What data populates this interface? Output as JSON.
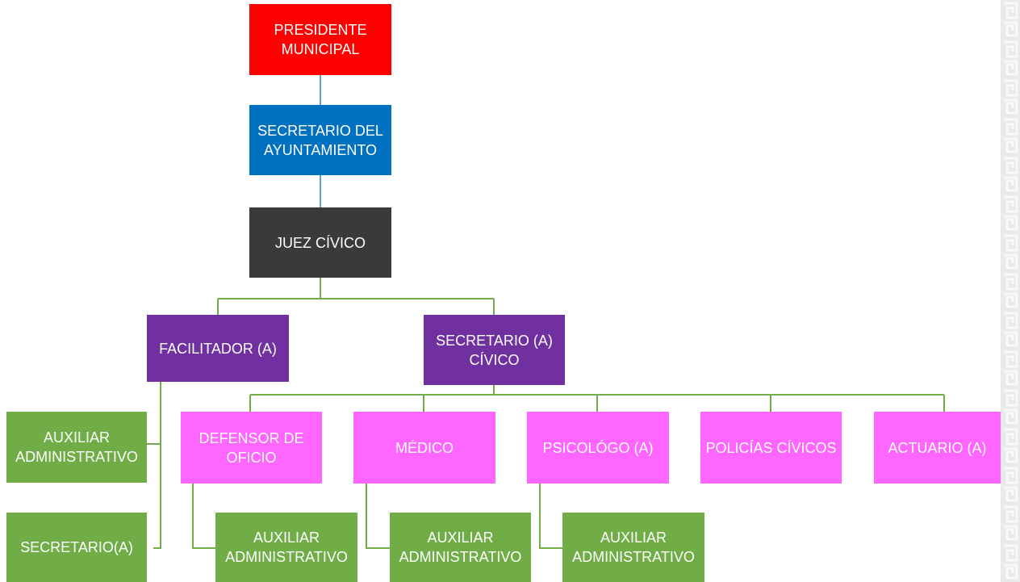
{
  "chart": {
    "president": "PRESIDENTE MUNICIPAL",
    "secretary_council": "SECRETARIO DEL AYUNTAMIENTO",
    "judge": "JUEZ CÍVICO",
    "facilitator": "FACILITADOR (A)",
    "civic_secretary": "SECRETARIO (A) CÍVICO",
    "facilitator_assistant": "AUXILIAR ADMINISTRATIVO",
    "facilitator_secretary": "SECRETARIO(A)",
    "public_defender": "DEFENSOR DE OFICIO",
    "doctor": "MÉDICO",
    "psychologist": "PSICOLÓGO (A)",
    "civic_police": "POLICÍAS CÍVICOS",
    "actuary": "ACTUARIO (A)",
    "defender_assistant": "AUXILIAR ADMINISTRATIVO",
    "doctor_assistant": "AUXILIAR ADMINISTRATIVO",
    "psychologist_assistant": "AUXILIAR ADMINISTRATIVO"
  },
  "colors": {
    "level1": "#ff0000",
    "level2": "#0070c0",
    "level3": "#3a3a3a",
    "level4": "#7030a0",
    "level5": "#ff66ff",
    "level6": "#70ad47",
    "connector_blue": "#5b9bd5",
    "connector_green": "#70ad47"
  }
}
